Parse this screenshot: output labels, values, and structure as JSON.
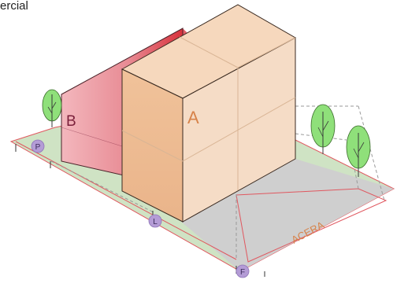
{
  "title": "ercial",
  "labels": {
    "volume_a": "A",
    "volume_b": "B",
    "acera": "ACERA",
    "marker_p": "P",
    "marker_l": "L",
    "marker_f": "F"
  },
  "colors": {
    "ground_green": "#cfe3c4",
    "sidewalk_gray": "#cfcfcf",
    "volume_a_front": "#f5dcc6",
    "volume_a_side": "#edbb92",
    "volume_a_top": "#f6d8bd",
    "volume_b_face": "#e8919a",
    "volume_b_accent": "#d8323c",
    "outline_red": "#e0575f",
    "label_orange": "#d7834a",
    "label_maroon": "#7a1f3a",
    "marker_purple": "#b49cd6",
    "tree_green": "#8fe07a"
  },
  "icons": [
    "tree-icon",
    "tree-icon",
    "tree-icon"
  ]
}
